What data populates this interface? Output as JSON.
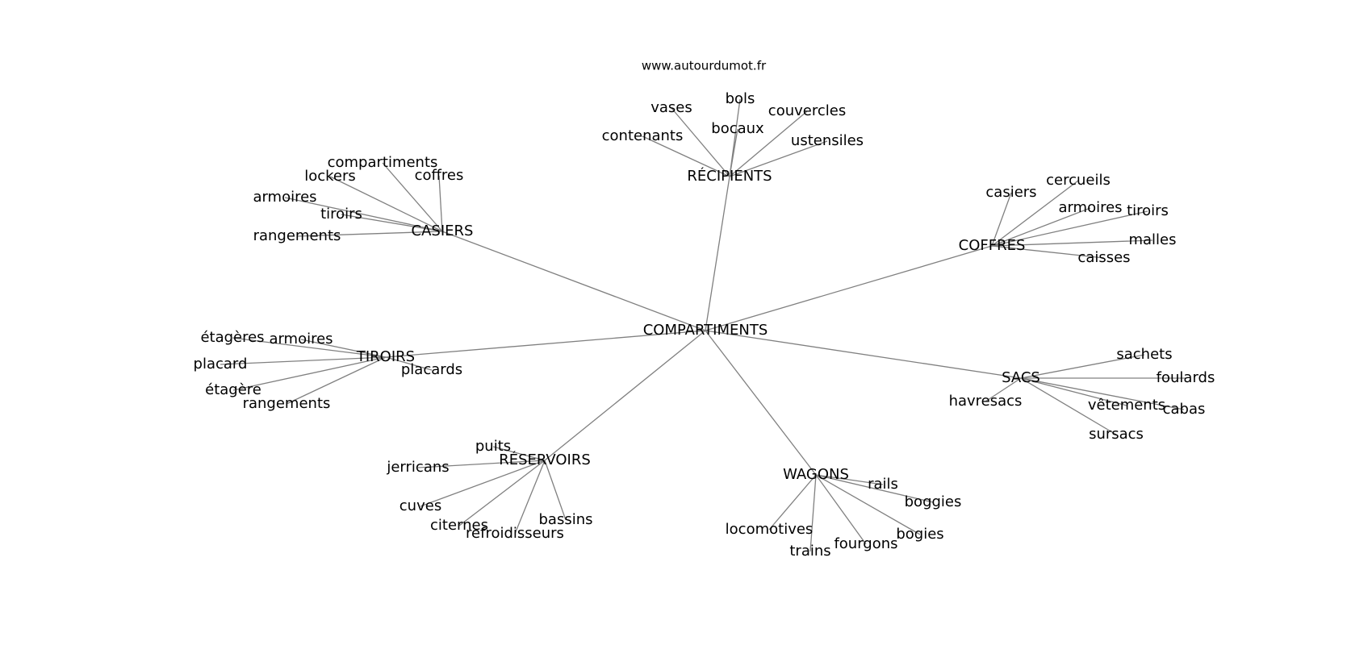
{
  "watermark": "www.autourdumot.fr",
  "colors": {
    "background": "#ffffff",
    "edge": "#808080",
    "text": "#000000"
  },
  "graph": {
    "center": "COMPARTIMENTS",
    "groups": [
      {
        "hub": "RÉCIPIENTS",
        "words": [
          "vases",
          "bols",
          "couvercles",
          "bocaux",
          "contenants",
          "ustensiles"
        ]
      },
      {
        "hub": "CASIERS",
        "words": [
          "compartiments",
          "lockers",
          "coffres",
          "armoires",
          "tiroirs",
          "rangements"
        ]
      },
      {
        "hub": "COFFRES",
        "words": [
          "casiers",
          "cercueils",
          "armoires",
          "tiroirs",
          "malles",
          "caisses"
        ]
      },
      {
        "hub": "TIROIRS",
        "words": [
          "étagères",
          "armoires",
          "placard",
          "placards",
          "étagère",
          "rangements"
        ]
      },
      {
        "hub": "SACS",
        "words": [
          "sachets",
          "foulards",
          "havresacs",
          "vêtements",
          "cabas",
          "sursacs"
        ]
      },
      {
        "hub": "RÉSERVOIRS",
        "words": [
          "puits",
          "jerricans",
          "cuves",
          "citernes",
          "refroidisseurs",
          "bassins"
        ]
      },
      {
        "hub": "WAGONS",
        "words": [
          "rails",
          "boggies",
          "locomotives",
          "trains",
          "fourgons",
          "bogies"
        ]
      }
    ]
  }
}
